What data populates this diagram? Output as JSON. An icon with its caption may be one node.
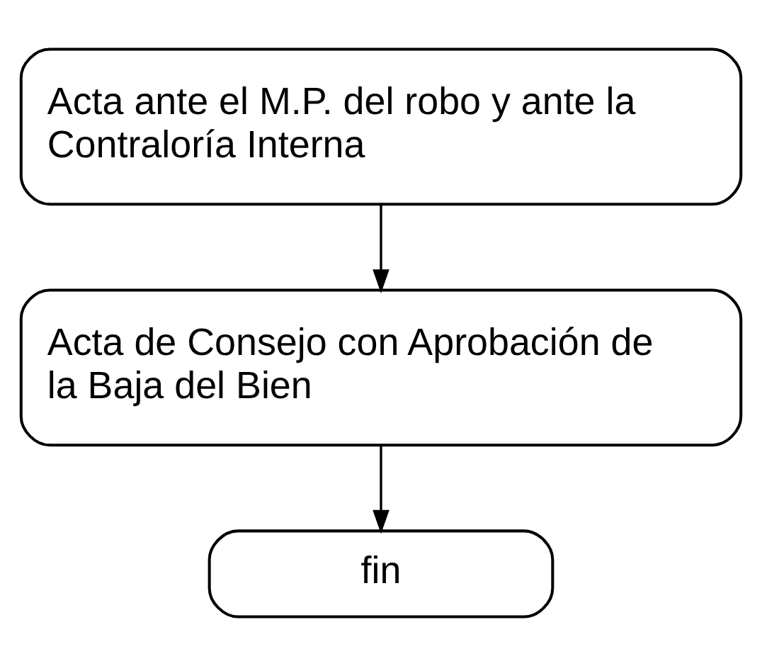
{
  "diagram": {
    "nodes": [
      {
        "text": [
          "Acta ante el M.P. del robo y ante la Contraloría Interna"
        ]
      },
      {
        "text": [
          "Acta de Consejo con Aprobación de la Baja del Bien"
        ]
      },
      {
        "text": [
          "fin"
        ]
      }
    ],
    "edges": [
      {
        "from": 0,
        "to": 1,
        "arrow": "to"
      },
      {
        "from": 1,
        "to": 2,
        "arrow": "to"
      }
    ]
  }
}
